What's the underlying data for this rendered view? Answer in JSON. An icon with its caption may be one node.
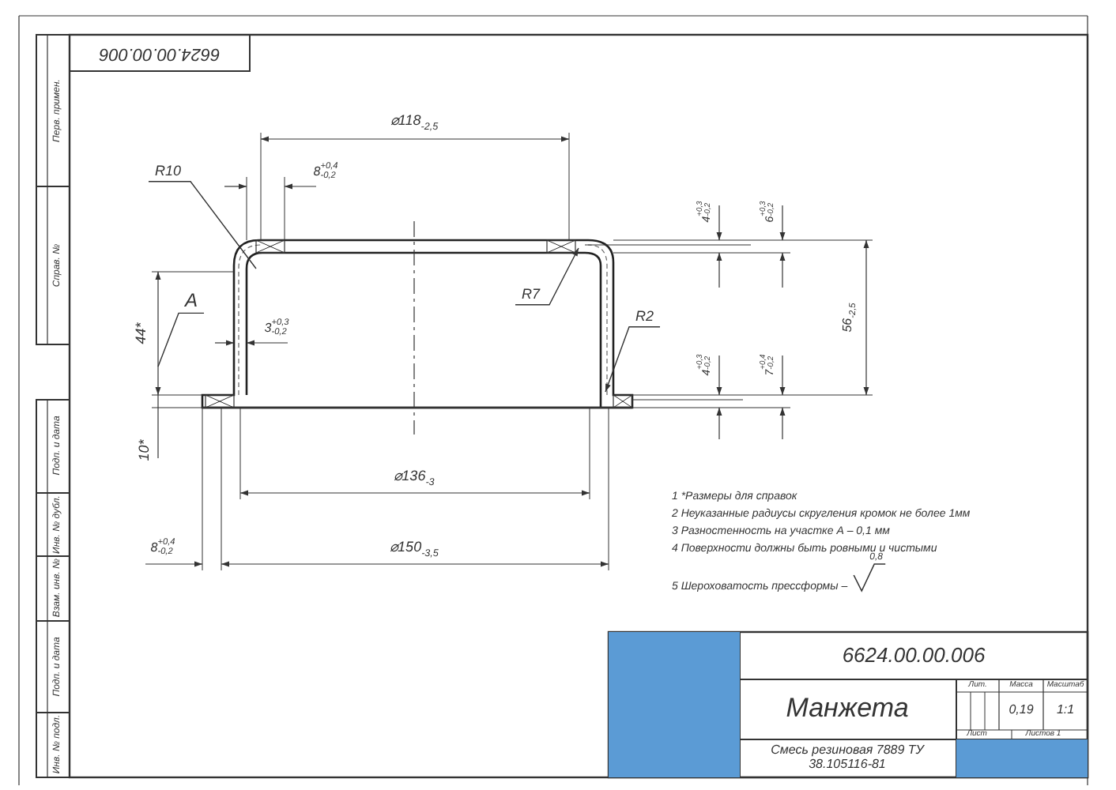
{
  "diagram": {
    "nodes": [
      {
        "text": [
          "R10"
        ]
      },
      {
        "text": [
          "A"
        ]
      },
      {
        "text": [
          "R7"
        ]
      },
      {
        "text": [
          "R2"
        ]
      },
      {
        "text": [],
        "shape": "box"
      },
      {
        "text": [],
        "shape": "box"
      }
    ],
    "edges": [
      {
        "from": 0,
        "to": null,
        "arrow": "none"
      },
      {
        "from": 1,
        "to": null,
        "arrow": "none"
      },
      {
        "from": 2,
        "to": null,
        "arrow": "to"
      },
      {
        "from": 3,
        "to": null,
        "arrow": "to"
      }
    ],
    "labels": [
      "6624.00.00.006",
      "Перв. примен.",
      "Справ. №",
      "Подп. и дата",
      "Инв. № дубл.",
      "Взам. инв. №",
      "Подп. и дата",
      "Инв. № подл.",
      "⌀118$_{-2,5}$",
      "8$^{+0,4}$$_{-0,2}$",
      "44*",
      "3$^{+0,3}$$_{-0,2}$",
      "4$^{+0,3}$$_{-0,2}$",
      "6$^{+0,3}$$_{-0,2}$",
      "56$_{-2,5}$",
      "4$^{+0,3}$$_{-0,2}$",
      "7$^{+0,4}$$_{-0,2}$",
      "10*",
      "⌀136$_{-3}$",
      "8$^{+0,4}$$_{-0,2}$",
      "⌀150$_{-3,5}$",
      "1 *Размеры для справок",
      "2 Неуказанные радиусы скругления кромок не более 1мм",
      "3 Разностенность на участке А – 0,1 мм",
      "4 Поверхности должны быть ровными и чистыми",
      "5 Шероховатость прессформы –",
      "0,8",
      "6624.00.00.006",
      "Манжета",
      "Лит.",
      "Масса",
      "Масштаб",
      "0,19",
      "1:1",
      "Лист",
      "Листов 1",
      "Смесь резиновая 7889 ТУ 38.105116-81"
    ]
  }
}
